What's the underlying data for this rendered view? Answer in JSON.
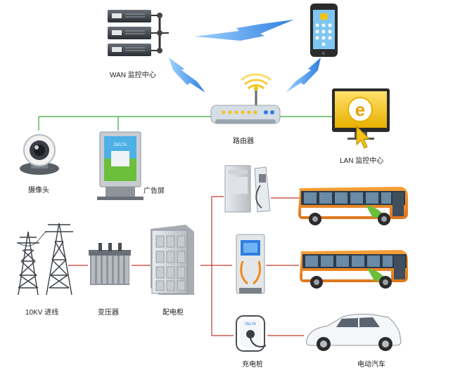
{
  "labels": {
    "wan_center": "WAN 监控中心",
    "router": "路由器",
    "lan_center": "LAN 监控中心",
    "camera": "摄像头",
    "ad_screen": "广告屏",
    "line_10kv": "10KV 进线",
    "transformer": "变压器",
    "distribution": "配电柜",
    "charger": "充电桩",
    "ev_car": "电动汽车"
  },
  "icons": {
    "ie_letter": "e",
    "ad_board_brand": "DELTA",
    "wallbox_brand": "DELTA"
  },
  "colors": {
    "network_line": "#3aa53a",
    "power_line": "#c0392b",
    "wireless_bolt": "#3d8fe6",
    "bus_orange": "#f08a1c",
    "router_body": "#d7dde4",
    "monitor_yellow": "#f3c318"
  }
}
